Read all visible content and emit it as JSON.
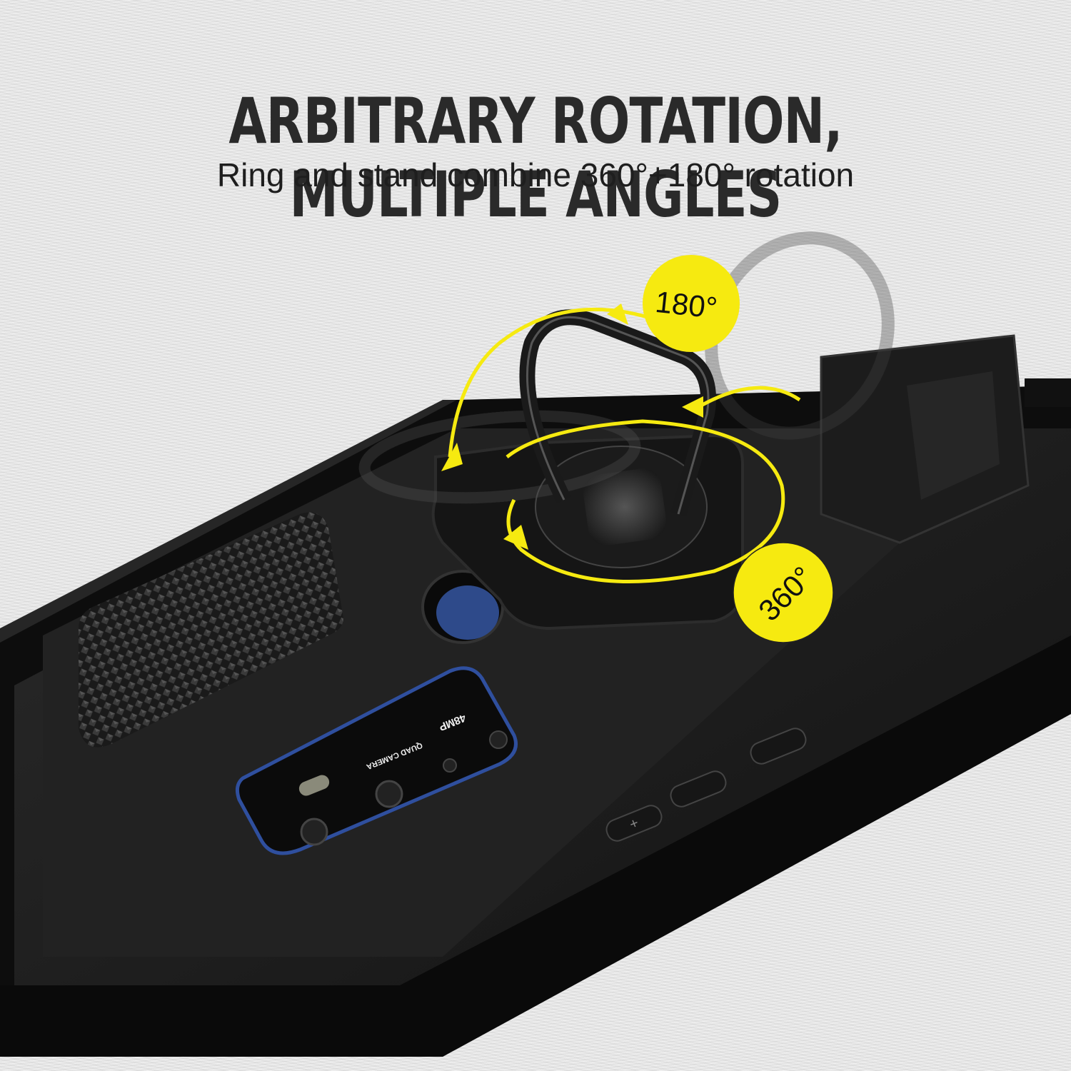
{
  "headline": "ARBITRARY ROTATION, MULTIPLE ANGLES",
  "subheadline": "Ring and stand combine 360°+180° rotation",
  "badges": {
    "stand_rotation": "180°",
    "ring_rotation": "360°"
  },
  "camera_module": {
    "label_megapixels": "48MP",
    "label_type": "QUAD CAMERA"
  },
  "side_buttons": {
    "volume_up_symbol": "+",
    "volume_down_symbol": "−",
    "power_symbol": "⏻"
  },
  "colors": {
    "badge_yellow": "#f6ea10",
    "case_black": "#1a1a1a",
    "camera_ring_blue": "#2f4f9e",
    "background": "#e6e6e6",
    "text_dark": "#2a2a2a"
  }
}
